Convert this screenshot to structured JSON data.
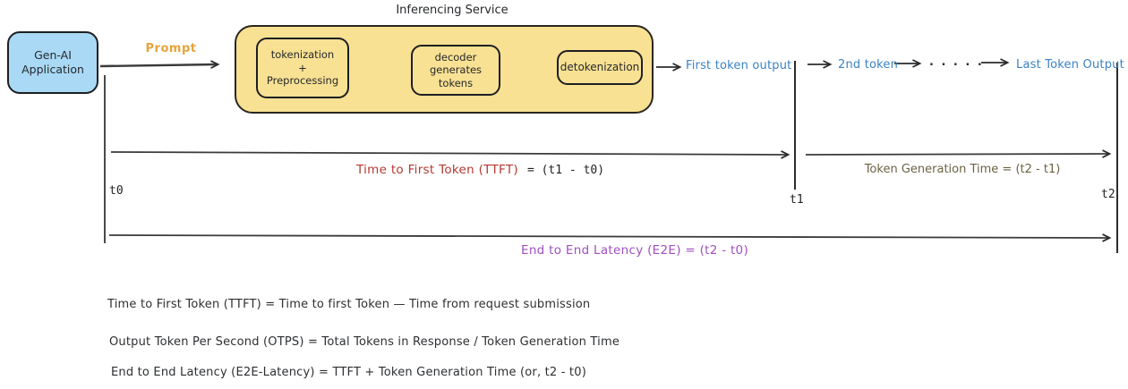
{
  "diagram": {
    "app_box": {
      "label": "Gen-AI\nApplication"
    },
    "prompt_label": "Prompt",
    "service": {
      "title": "Inferencing Service",
      "steps": [
        {
          "label": "tokenization\n+\nPreprocessing"
        },
        {
          "label": "decoder\ngenerates\ntokens"
        },
        {
          "label": "detokenization"
        }
      ]
    },
    "outputs": {
      "first": "First token output",
      "second": "2nd token",
      "dots": ". . . . .",
      "last": "Last Token Output"
    },
    "timeline": {
      "t0": "t0",
      "t1": "t1",
      "t2": "t2",
      "ttft_label": "Time to First Token (TTFT)",
      "ttft_formula": "= (t1 - t0)",
      "token_generation_label": "Token Generation Time = (t2 - t1)",
      "e2e_label": "End to End Latency (E2E) = (t2 - t0)"
    },
    "definitions": [
      "Time to First Token (TTFT) = Time to first Token — Time from request submission",
      "Output Token Per Second (OTPS) = Total Tokens in Response / Token Generation Time",
      "End to End Latency (E2E-Latency) = TTFT + Token Generation Time (or, t2 - t0)"
    ]
  },
  "colors": {
    "app_box_fill": "#a9d9f5",
    "service_fill": "#f8e193",
    "prompt_color": "#e8a33b",
    "token_output_color": "#3b82c4",
    "ttft_color": "#b5382f",
    "tgt_color": "#6b6243",
    "e2e_color": "#a04fc0",
    "ink": "#26282b"
  }
}
